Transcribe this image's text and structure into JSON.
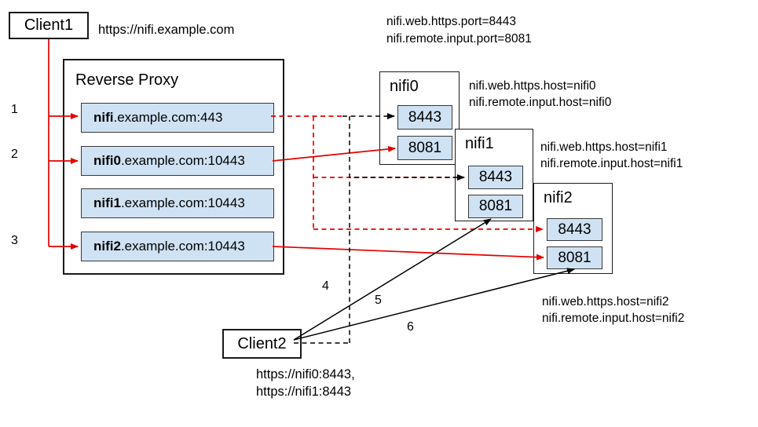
{
  "colors": {
    "arrow_red": "#e60000",
    "arrow_black": "#000000",
    "port_box_fill": "#cfe2f3"
  },
  "client1": {
    "label": "Client1",
    "request_url": "https://nifi.example.com"
  },
  "client2": {
    "label": "Client2",
    "request_url_line1": "https://nifi0:8443,",
    "request_url_line2": "https://nifi1:8443"
  },
  "reverse_proxy": {
    "title": "Reverse Proxy",
    "mappings": [
      {
        "host": "nifi",
        "suffix": ".example.com:443"
      },
      {
        "host": "nifi0",
        "suffix": ".example.com:10443"
      },
      {
        "host": "nifi1",
        "suffix": ".example.com:10443"
      },
      {
        "host": "nifi2",
        "suffix": ".example.com:10443"
      }
    ]
  },
  "cluster_config": {
    "line1": "nifi.web.https.port=8443",
    "line2": "nifi.remote.input.port=8081"
  },
  "nodes": [
    {
      "name": "nifi0",
      "https_port": "8443",
      "s2s_port": "8081",
      "config_line1": "nifi.web.https.host=nifi0",
      "config_line2": "nifi.remote.input.host=nifi0"
    },
    {
      "name": "nifi1",
      "https_port": "8443",
      "s2s_port": "8081",
      "config_line1": "nifi.web.https.host=nifi1",
      "config_line2": "nifi.remote.input.host=nifi1"
    },
    {
      "name": "nifi2",
      "https_port": "8443",
      "s2s_port": "8081",
      "config_line1": "nifi.web.https.host=nifi2",
      "config_line2": "nifi.remote.input.host=nifi2"
    }
  ],
  "step_labels": [
    "1",
    "2",
    "3",
    "4",
    "5",
    "6"
  ]
}
